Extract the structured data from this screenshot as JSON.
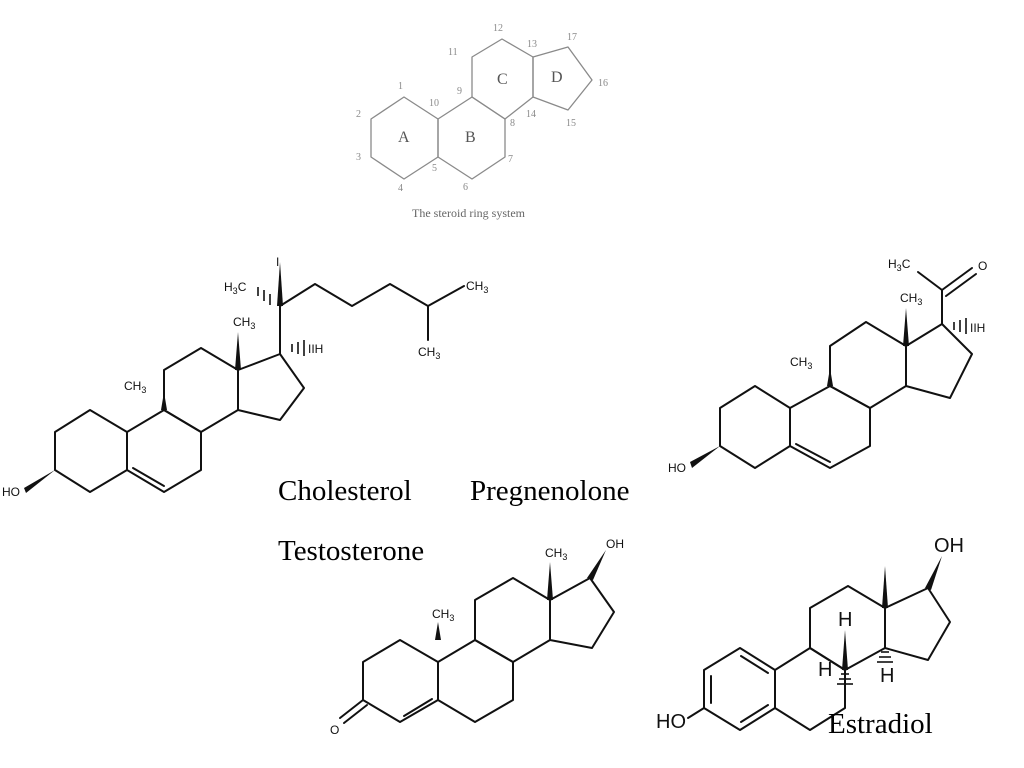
{
  "ring_system": {
    "caption": "The steroid ring system",
    "ring_labels": {
      "a": "A",
      "b": "B",
      "c": "C",
      "d": "D"
    },
    "numbers": [
      "1",
      "2",
      "3",
      "4",
      "5",
      "6",
      "7",
      "8",
      "9",
      "10",
      "11",
      "12",
      "13",
      "14",
      "15",
      "16",
      "17"
    ]
  },
  "compounds": {
    "cholesterol": {
      "name": "Cholesterol"
    },
    "pregnenolone": {
      "name": "Pregnenolone"
    },
    "testosterone": {
      "name": "Testosterone"
    },
    "estradiol": {
      "name": "Estradiol"
    }
  },
  "atoms": {
    "ho": "HO",
    "ch3": "CH",
    "sub3": "3",
    "h3c": "H",
    "h": "H",
    "ih": "IIH",
    "oh": "OH",
    "o": "O",
    "i": "I"
  },
  "colors": {
    "ink": "#111111",
    "grey_ink": "#8a8a8a",
    "background": "#ffffff"
  }
}
